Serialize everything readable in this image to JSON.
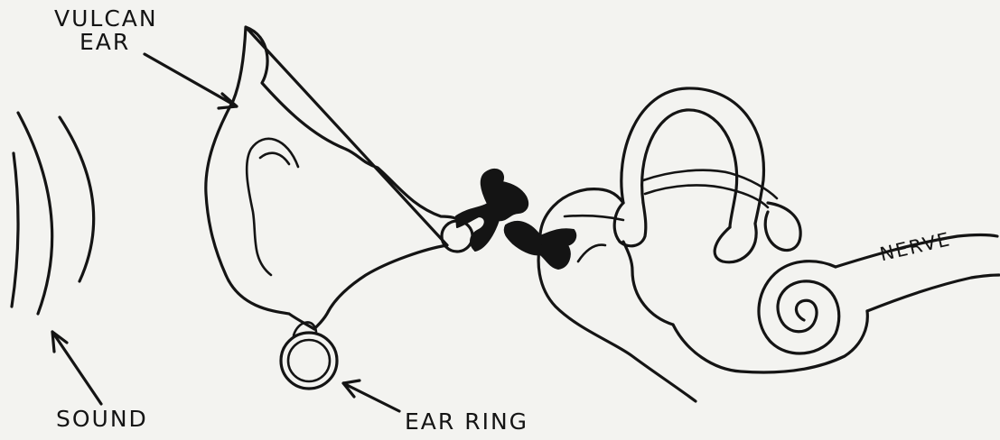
{
  "labels": {
    "vulcan_ear_line1": "VULCAN",
    "vulcan_ear_line2": "EAR",
    "sound": "SOUND",
    "ear_ring": "EAR RING",
    "nerve": "NERVE"
  },
  "colors": {
    "ink": "#141414",
    "paper": "#f3f3f0"
  }
}
